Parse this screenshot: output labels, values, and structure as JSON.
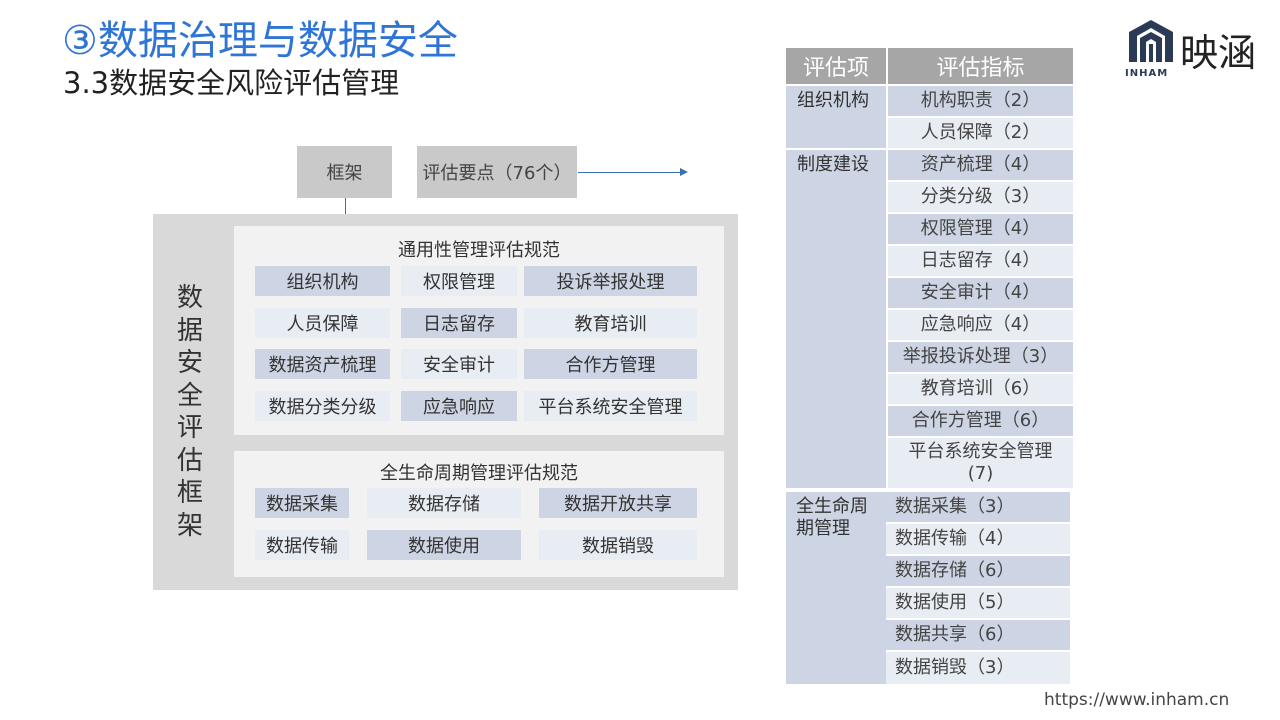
{
  "header": {
    "title": "③数据治理与数据安全",
    "subtitle": "3.3数据安全风险评估管理"
  },
  "logo": {
    "text": "映涵",
    "sub": "INHAM",
    "icon": "house-logo-icon",
    "color": "#2b3a55"
  },
  "diagram": {
    "frame_label": "框架",
    "points_label": "评估要点（76个）",
    "vertical_title": "数\n据\n安\n全\n评\n估\n框\n架",
    "general": {
      "title": "通用性管理评估规范",
      "items": [
        "组织机构",
        "权限管理",
        "投诉举报处理",
        "人员保障",
        "日志留存",
        "教育培训",
        "数据资产梳理",
        "安全审计",
        "合作方管理",
        "数据分类分级",
        "应急响应",
        "平台系统安全管理"
      ]
    },
    "lifecycle": {
      "title": "全生命周期管理评估规范",
      "items": [
        "数据采集",
        "数据存储",
        "数据开放共享",
        "数据传输",
        "数据使用",
        "数据销毁"
      ]
    }
  },
  "table": {
    "headers": [
      "评估项",
      "评估指标"
    ],
    "groups": [
      {
        "category": "组织机构",
        "rows": [
          "机构职责（2）",
          "人员保障（2）"
        ]
      },
      {
        "category": "制度建设",
        "rows": [
          "资产梳理（4）",
          "分类分级（3）",
          "权限管理（4）",
          "日志留存（4）",
          "安全审计（4）",
          "应急响应（4）",
          "举报投诉处理（3）",
          "教育培训（6）",
          "合作方管理（6）",
          "平台系统安全管理\n(7)"
        ]
      },
      {
        "category": "全生命周\n期管理",
        "rows": [
          "数据采集（3）",
          "数据传输（4）",
          "数据存储（6）",
          "数据使用（5）",
          "数据共享（6）",
          "数据销毁（3）"
        ]
      }
    ]
  },
  "footer": {
    "url": "https://www.inham.cn"
  },
  "colors": {
    "title": "#2e75d6",
    "arrow": "#3a6fb0",
    "cell_dark": "#cdd5e4",
    "cell_light": "#e8ecf3",
    "header": "#a6a6a6"
  }
}
